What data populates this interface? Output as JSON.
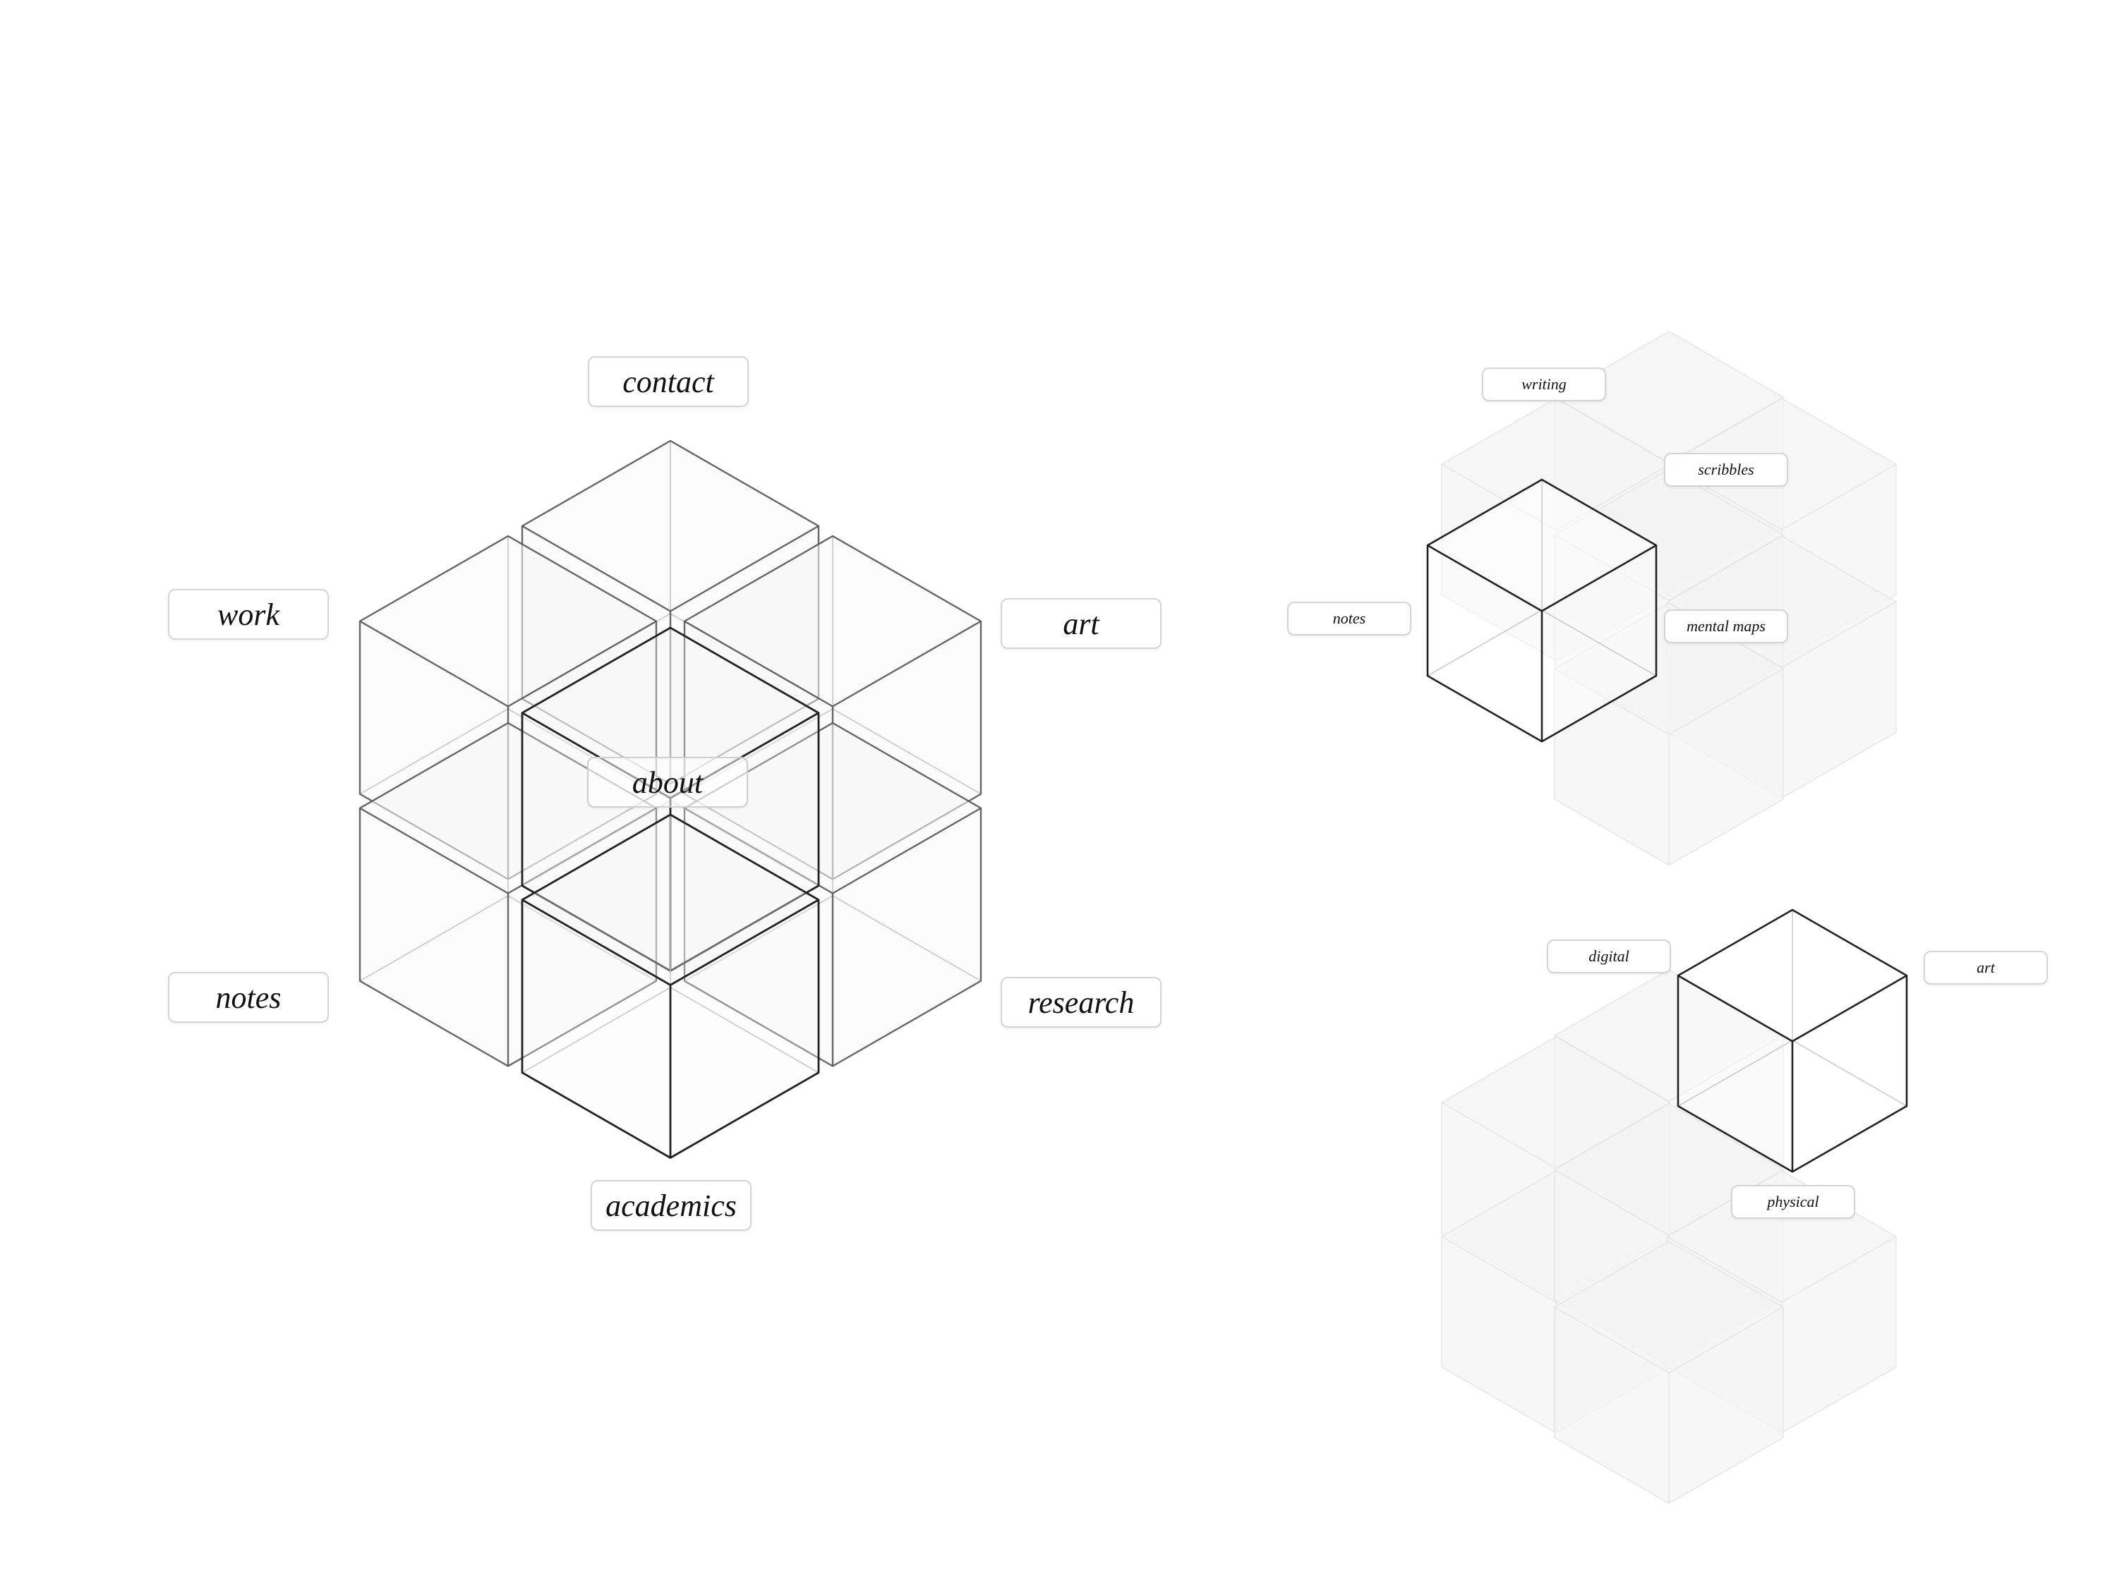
{
  "main_menu": {
    "contact": "contact",
    "work": "work",
    "art": "art",
    "about": "about",
    "notes": "notes",
    "research": "research",
    "academics": "academics"
  },
  "notes_submenu": {
    "writing": "writing",
    "scribbles": "scribbles",
    "notes": "notes",
    "mental_maps": "mental maps"
  },
  "art_submenu": {
    "digital": "digital",
    "art": "art",
    "physical": "physical"
  },
  "colors": {
    "background": "#ffffff",
    "edge_dark": "#222222",
    "edge_mid": "#555555",
    "edge_light": "#bfbfbf",
    "face_fill": "#f7f7f7",
    "ghost_fill": "#f4f4f4"
  }
}
